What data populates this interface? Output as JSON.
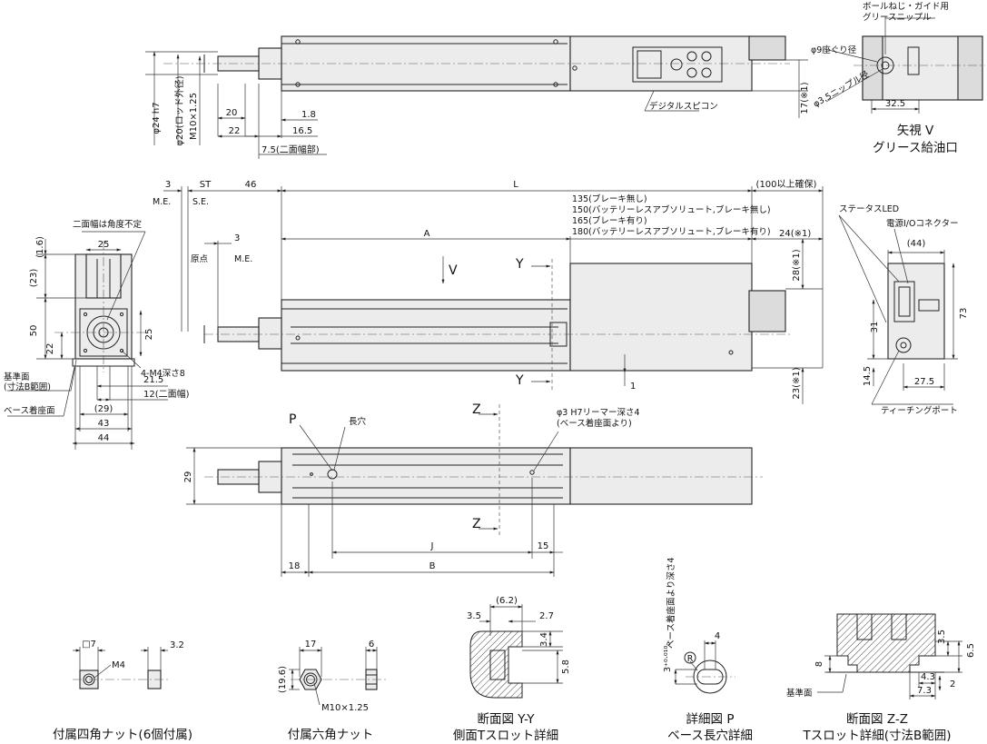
{
  "top_view": {
    "dims": {
      "d20": "20",
      "d22": "22",
      "d18": "1.8",
      "d165": "16.5",
      "d75": "7.5(二面幅部)",
      "d17": "17(※1)"
    },
    "vertical": {
      "rod_fit": "φ24 h7",
      "rod_dia": "φ20(ロッド外径)",
      "thread": "M10×1.25"
    },
    "digital_label": "デジタルスピコン"
  },
  "view_v": {
    "grease_label_1": "ボールねじ・ガイド用",
    "grease_label_2": "グリースニップル",
    "d_counter": "φ9座ぐり径",
    "d_nipple": "φ3.5ニップル径",
    "d325": "32.5",
    "caption_1": "矢視 V",
    "caption_2": "グリース給油口"
  },
  "side_view": {
    "d3": "3",
    "st": "ST",
    "d46": "46",
    "L": "L",
    "d100": "(100以上確保)",
    "me1": "M.E.",
    "se": "S.E.",
    "origin": "原点",
    "me2": "M.E.",
    "d3b": "3",
    "A": "A",
    "brake_notes": [
      "135(ブレーキ無し)",
      "150(バッテリーレスアブソリュート,ブレーキ無し)",
      "165(ブレーキ有り)",
      "180(バッテリーレスアブソリュート,ブレーキ有り)"
    ],
    "d24": "24(※1)",
    "d28": "28(※1)",
    "d23": "23(※1)",
    "d1": "1",
    "Y": "Y",
    "V": "V"
  },
  "end_view": {
    "label_twoface": "二面幅は角度不定",
    "d16": "(1.6)",
    "d25top": "25",
    "d23": "(23)",
    "d50": "50",
    "d22": "22",
    "d25r": "25",
    "m4": "4-M4深さ8",
    "ref_face": "基準面",
    "ref_face_sub": "(寸法B範囲)",
    "base_face": "ベース着座面",
    "d215": "21.5",
    "d12": "12(二面幅)",
    "d29": "(29)",
    "d43": "43",
    "d44": "44"
  },
  "right_view": {
    "status_led": "ステータスLED",
    "power_io": "電源I/Oコネクター",
    "d44": "(44)",
    "d31": "31",
    "d73": "73",
    "d145": "14.5",
    "d275": "27.5",
    "teaching": "ティーチングポート"
  },
  "bottom_view": {
    "P": "P",
    "long_hole": "長穴",
    "Z": "Z",
    "reamer": "φ3 H7リーマー深さ4",
    "reamer_sub": "(ベース着座面より)",
    "d29": "29",
    "J": "J",
    "d15": "15",
    "d18": "18",
    "B": "B"
  },
  "details": {
    "square_nut": {
      "d7": "□7",
      "m4": "M4",
      "d32": "3.2",
      "caption": "付属四角ナット(6個付属)"
    },
    "hex_nut": {
      "d17": "17",
      "d6": "6",
      "d196": "(19.6)",
      "m10": "M10×1.25",
      "caption": "付属六角ナット"
    },
    "section_y": {
      "d62": "(6.2)",
      "d35": "3.5",
      "d27": "2.7",
      "d34": "3.4",
      "d58": "5.8",
      "caption_1": "断面図 Y-Y",
      "caption_2": "側面Tスロット詳細"
    },
    "detail_p": {
      "d3tol": "3⁺⁰·⁰¹⁰₀",
      "depth": "ベース着座面より深さ4",
      "d4": "4",
      "R": "R",
      "caption_1": "詳細図 P",
      "caption_2": "ベース長穴詳細"
    },
    "section_z": {
      "d8": "8",
      "d35": "3.5",
      "d65": "6.5",
      "d43": "4.3",
      "d2": "2",
      "d73": "7.3",
      "ref_face": "基準面",
      "caption_1": "断面図 Z-Z",
      "caption_2": "Tスロット詳細(寸法B範囲)"
    }
  }
}
